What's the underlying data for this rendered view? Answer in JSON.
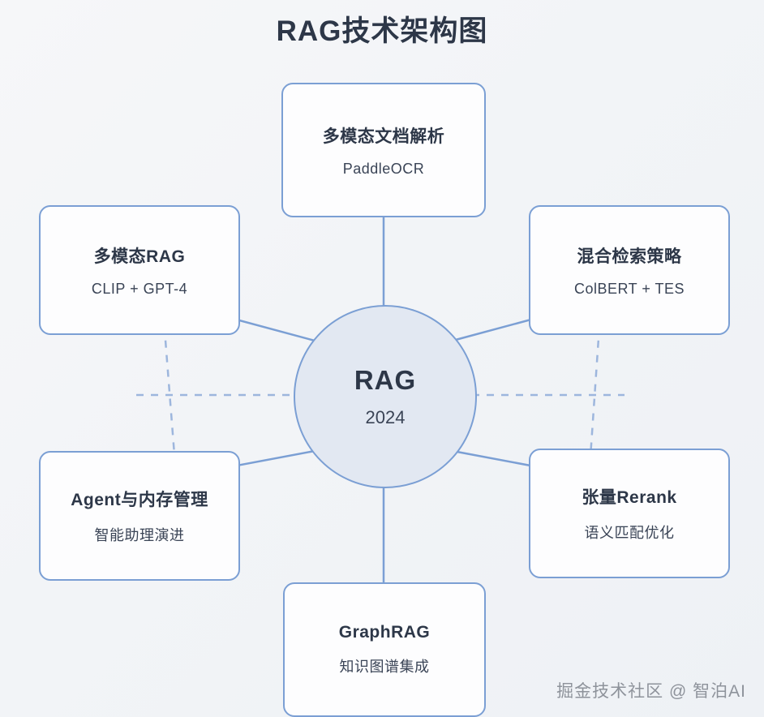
{
  "page": {
    "title": "RAG技术架构图",
    "background_color": "#f2f4f7",
    "accent_color": "#7b9fd4",
    "text_color": "#2d3748"
  },
  "hub": {
    "label": "RAG",
    "sublabel": "2024",
    "fill_color": "#e2e8f2",
    "border_color": "#7b9fd4"
  },
  "nodes": [
    {
      "id": "multimodal-document-parsing",
      "title": "多模态文档解析",
      "subtitle": "PaddleOCR",
      "position": "top"
    },
    {
      "id": "multimodal-rag",
      "title": "多模态RAG",
      "subtitle": "CLIP + GPT-4",
      "position": "upper-left"
    },
    {
      "id": "hybrid-retrieval-strategy",
      "title": "混合检索策略",
      "subtitle": "ColBERT + TES",
      "position": "upper-right"
    },
    {
      "id": "agent-memory-management",
      "title": "Agent与内存管理",
      "subtitle": "智能助理演进",
      "position": "lower-left"
    },
    {
      "id": "tensor-rerank",
      "title": "张量Rerank",
      "subtitle": "语义匹配优化",
      "position": "lower-right"
    },
    {
      "id": "graphrag",
      "title": "GraphRAG",
      "subtitle": "知识图谱集成",
      "position": "bottom"
    }
  ],
  "watermark": {
    "text": "掘金技术社区 @ 智泊AI"
  }
}
